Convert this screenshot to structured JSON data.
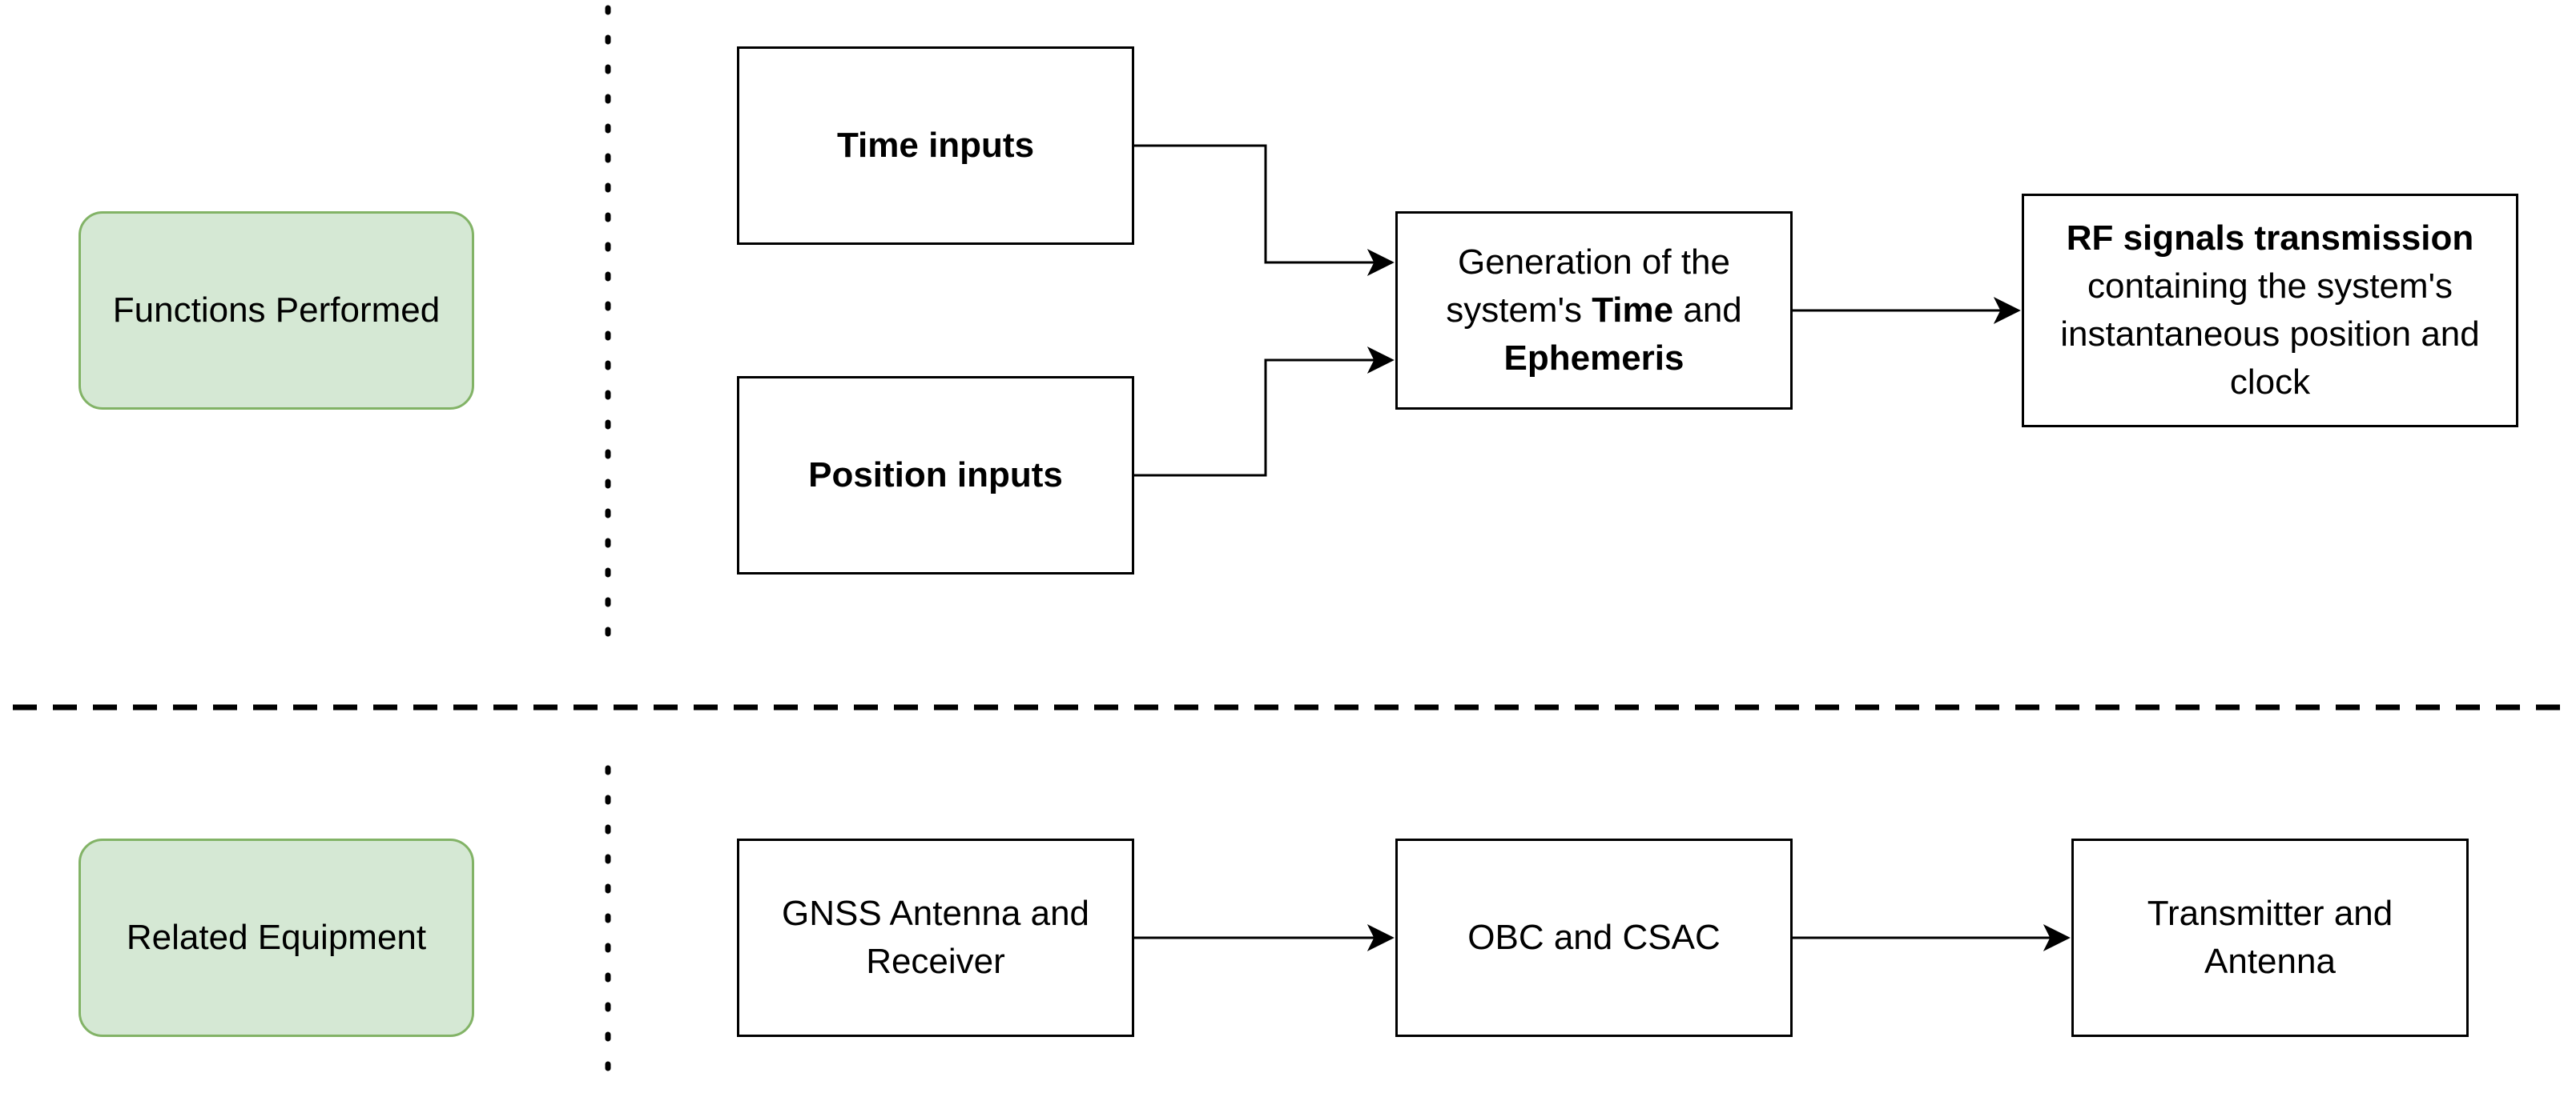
{
  "categories": {
    "functions": "Functions Performed",
    "equipment": "Related Equipment"
  },
  "functions": {
    "time_inputs": "Time inputs",
    "position_inputs": "Position inputs",
    "generation": {
      "line1": "Generation of the",
      "line2_pre": "system's ",
      "line2_bold": "Time",
      "line2_post": " and",
      "line3_bold": "Ephemeris"
    },
    "rf": {
      "bold": "RF signals transmission",
      "line2": "containing the system's",
      "line3": "instantaneous position and",
      "line4": "clock"
    }
  },
  "equipment": {
    "gnss": {
      "line1": "GNSS Antenna and",
      "line2": "Receiver"
    },
    "obc": "OBC and CSAC",
    "transmitter": {
      "line1": "Transmitter and",
      "line2": "Antenna"
    }
  },
  "colors": {
    "category_fill": "#d5e8d4",
    "category_stroke": "#82b366",
    "stroke": "#000000"
  }
}
